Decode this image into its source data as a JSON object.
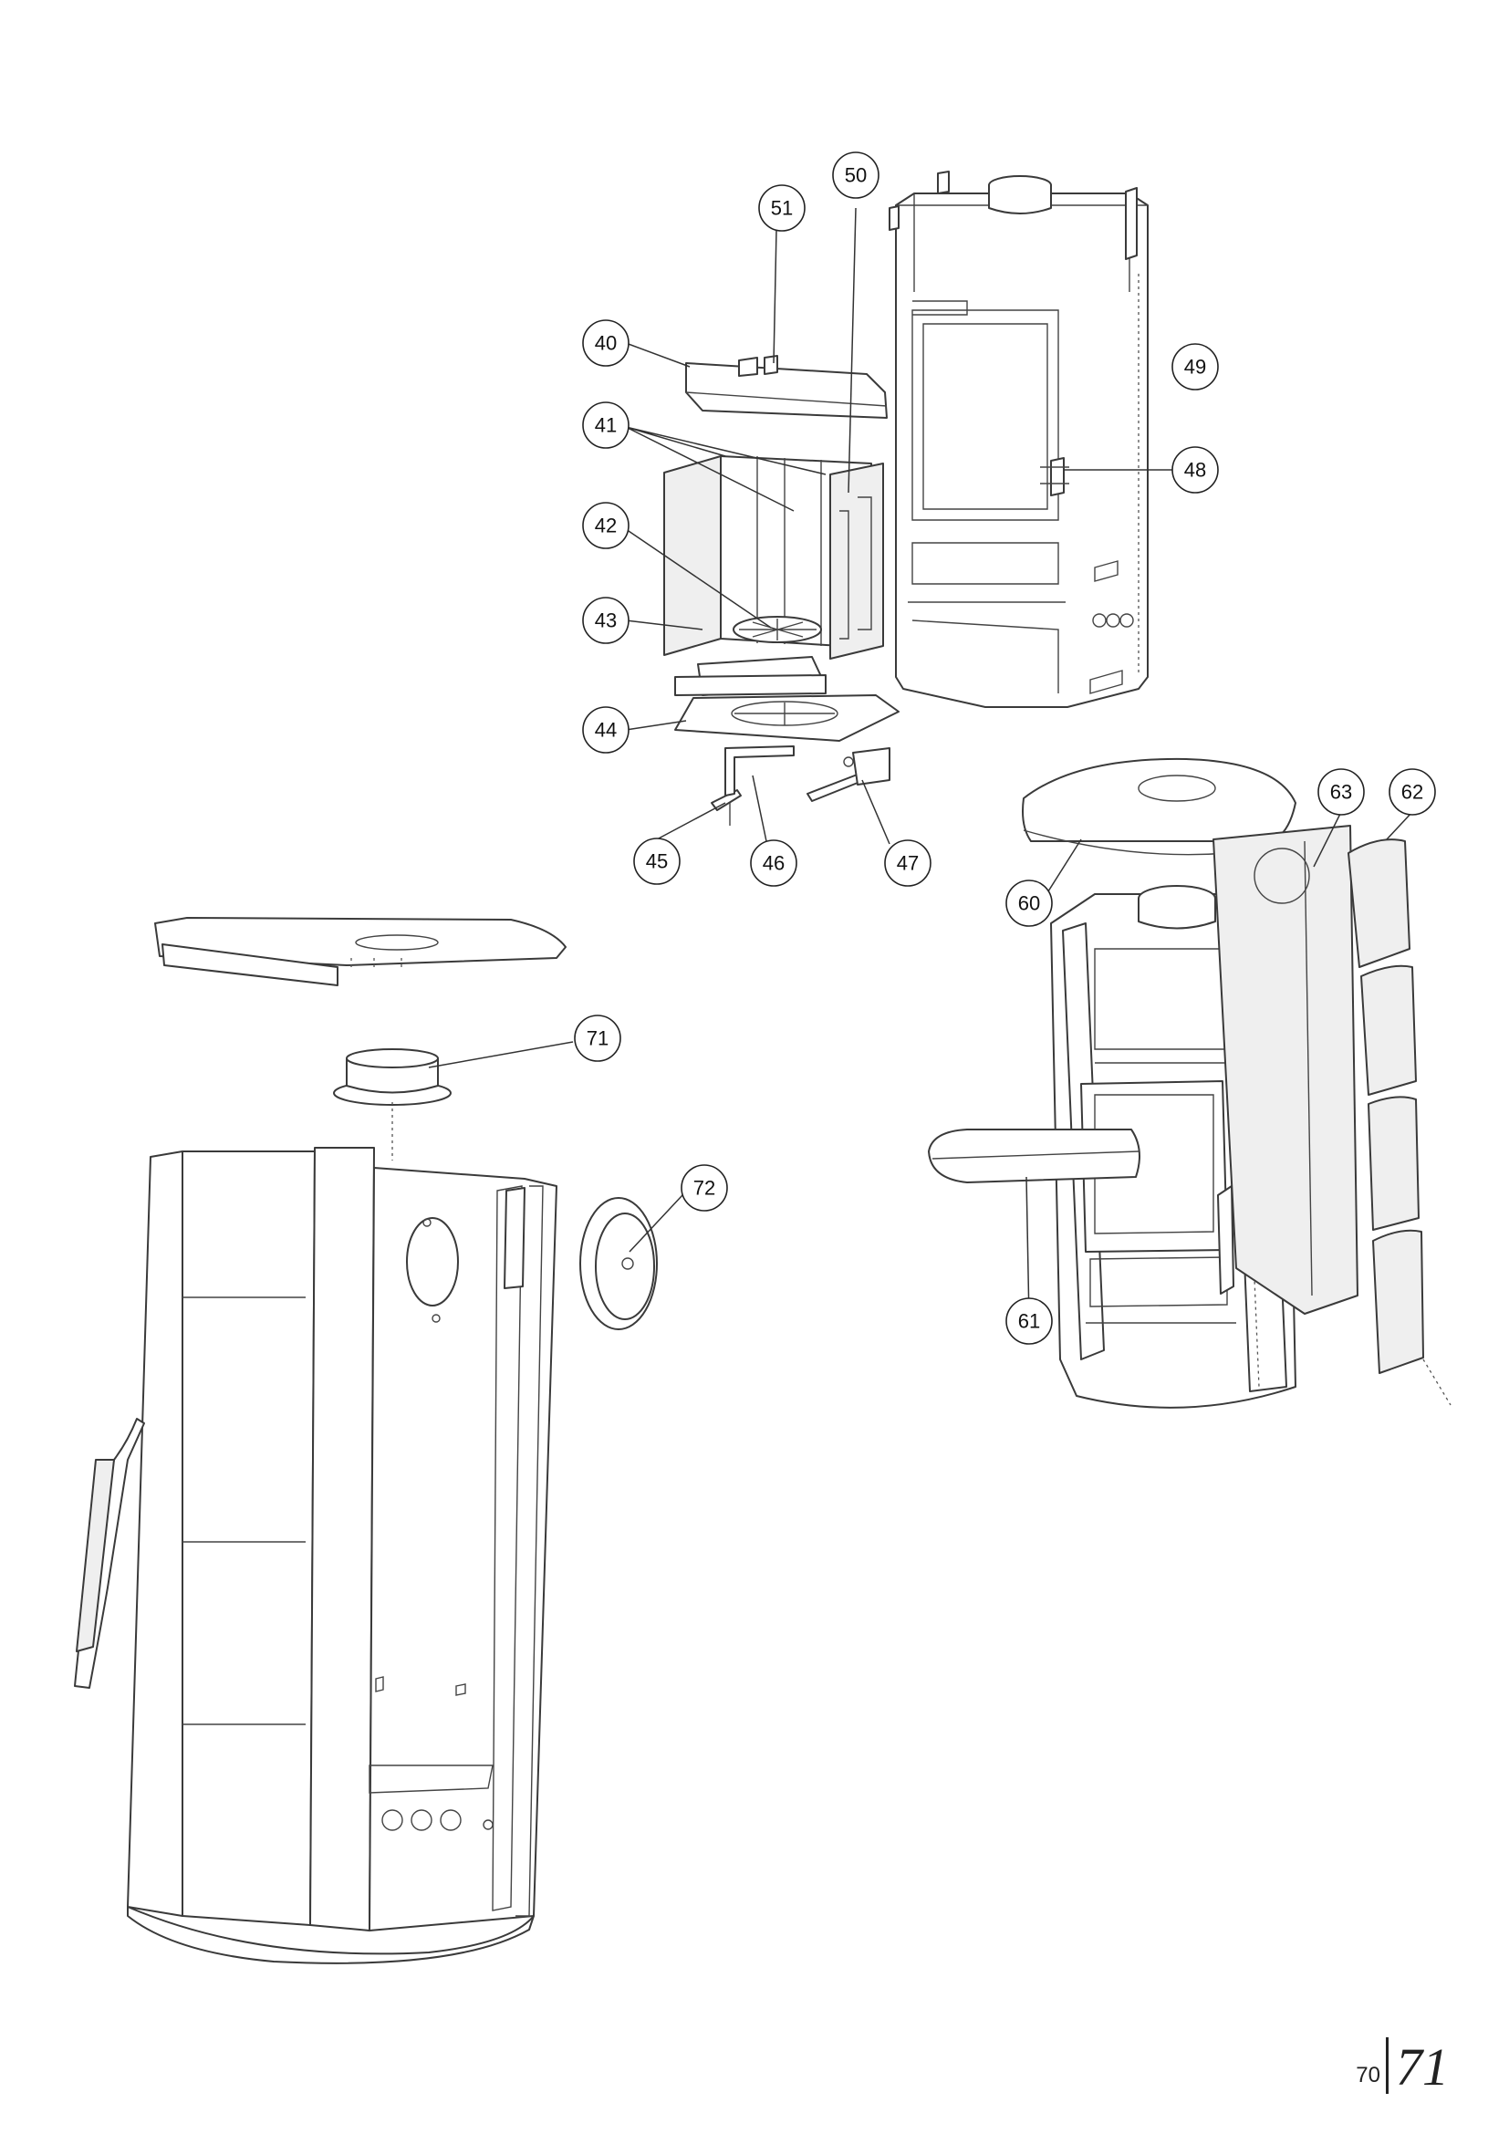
{
  "callouts": {
    "c40": "40",
    "c41": "41",
    "c42": "42",
    "c43": "43",
    "c44": "44",
    "c45": "45",
    "c46": "46",
    "c47": "47",
    "c48": "48",
    "c49": "49",
    "c50": "50",
    "c51": "51",
    "c60": "60",
    "c61": "61",
    "c62": "62",
    "c63": "63",
    "c71": "71",
    "c72": "72"
  },
  "page_numbers": {
    "left": "70",
    "right": "71"
  }
}
